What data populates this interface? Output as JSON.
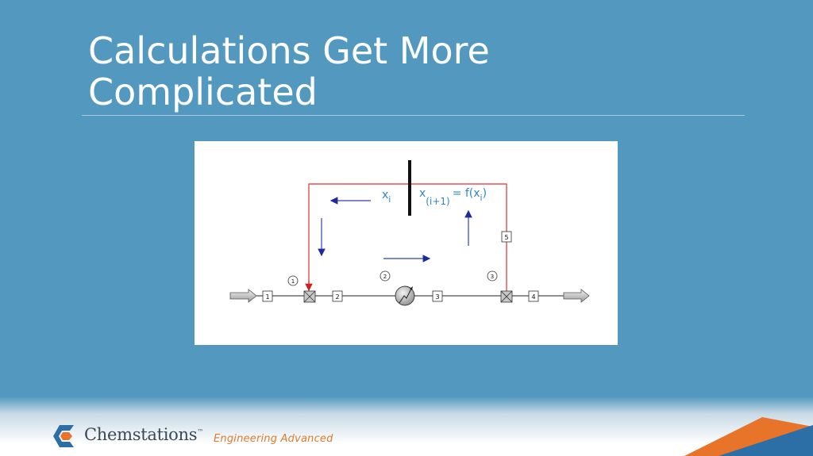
{
  "slide": {
    "title_line1": "Calculations Get More",
    "title_line2": "Complicated"
  },
  "diagram": {
    "labels": {
      "x_i": "x",
      "x_i_sub": "i",
      "x_next": "x",
      "x_next_sub": "(i+1)",
      "x_next_eq": "= f(x",
      "x_next_eq_sub": "i",
      "x_next_close": ")"
    },
    "stream_numbers": [
      "1",
      "2",
      "3",
      "4",
      "5"
    ],
    "unit_numbers": [
      "1",
      "2",
      "3"
    ],
    "colors": {
      "recycle": "#e03030",
      "arrows": "#2f3fbf",
      "label_text": "#2e86c8"
    }
  },
  "footer": {
    "brand": "Chemstations",
    "trademark": "™",
    "tagline": "Engineering Advanced",
    "colors": {
      "orange": "#e8742a",
      "blue": "#2b6fa6"
    }
  }
}
